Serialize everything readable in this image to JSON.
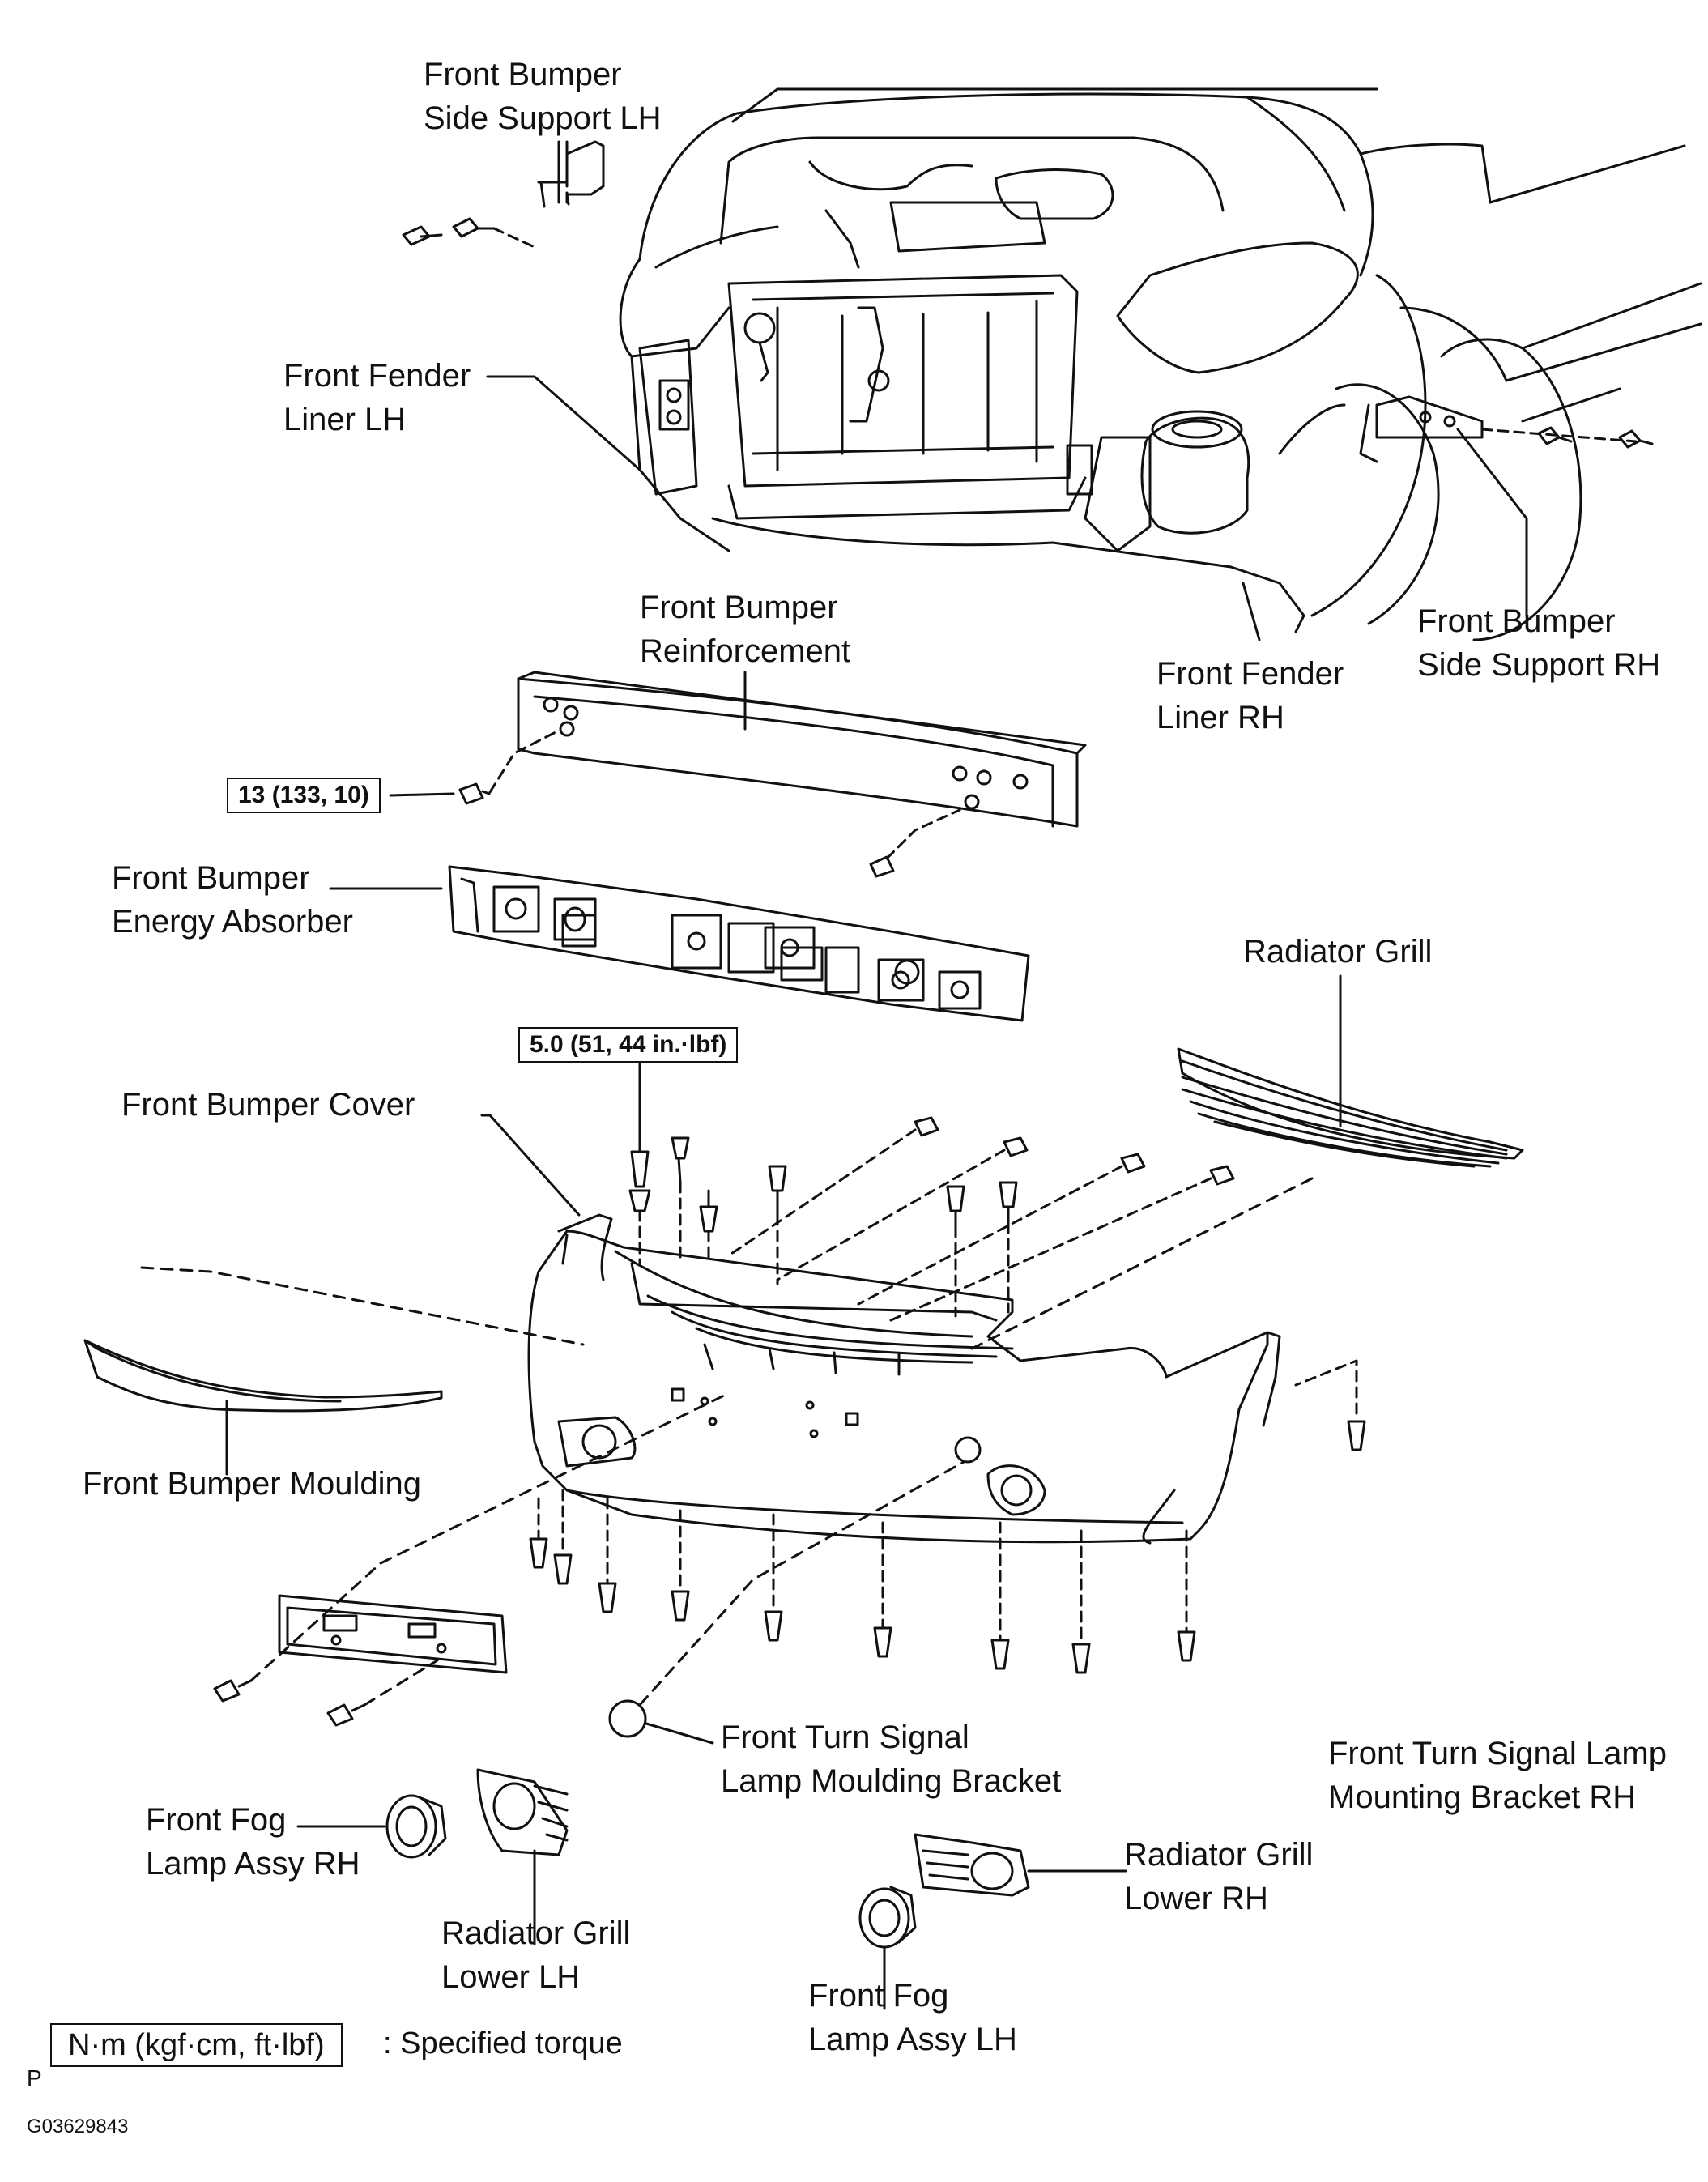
{
  "labels": {
    "side_support_lh": "Front Bumper\nSide Support LH",
    "fender_liner_lh": "Front Fender\nLiner LH",
    "reinforcement": "Front Bumper\nReinforcement",
    "fender_liner_rh": "Front Fender\nLiner RH",
    "side_support_rh": "Front Bumper\nSide Support RH",
    "energy_absorber": "Front Bumper\nEnergy Absorber",
    "radiator_grill": "Radiator Grill",
    "bumper_cover": "Front Bumper Cover",
    "bumper_moulding": "Front Bumper Moulding",
    "turn_signal_moulding_bracket": "Front Turn Signal\nLamp Moulding Bracket",
    "turn_signal_mounting_bracket_rh": "Front Turn Signal Lamp\nMounting Bracket RH",
    "fog_lamp_rh": "Front Fog\nLamp Assy RH",
    "grill_lower_lh": "Radiator Grill\nLower LH",
    "grill_lower_rh": "Radiator Grill\nLower RH",
    "fog_lamp_lh": "Front Fog\nLamp Assy LH"
  },
  "torques": {
    "reinforcement_bolt": "13 (133, 10)",
    "cover_clip": "5.0 (51, 44 in.·lbf)"
  },
  "legend": {
    "box": "N·m (kgf·cm, ft·lbf)",
    "text": ": Specified torque",
    "prefix": "P"
  },
  "figure_id": "G03629843"
}
